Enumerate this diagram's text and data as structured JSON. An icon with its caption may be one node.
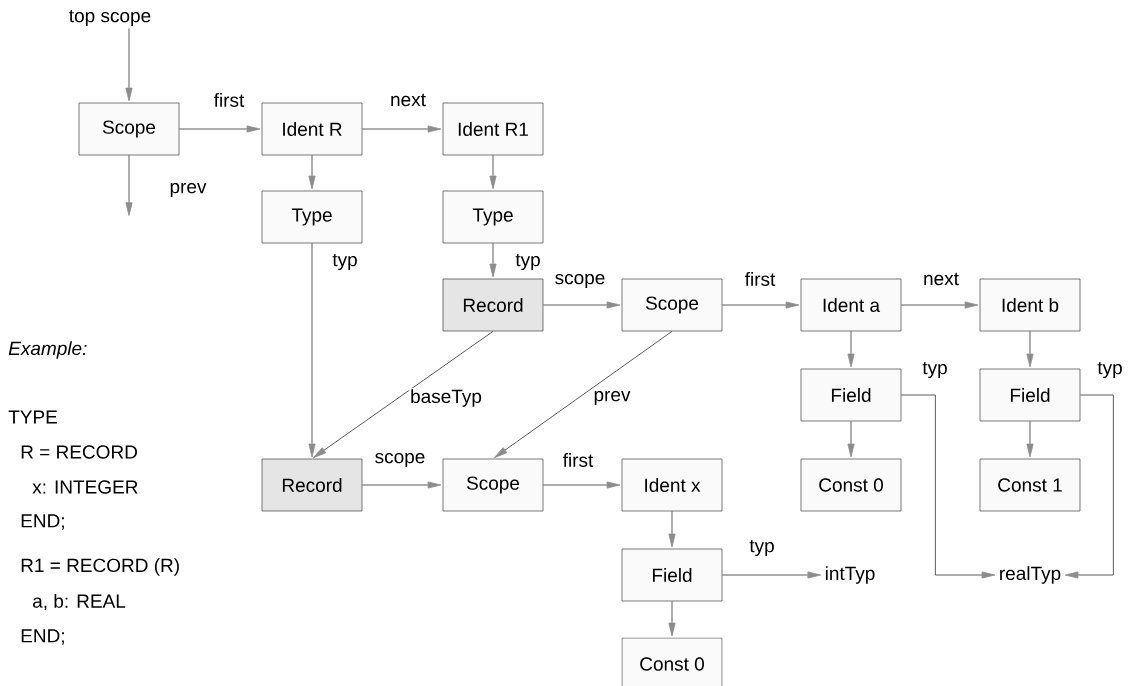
{
  "diagram": {
    "nodes": [
      {
        "text": [
          "top scope"
        ]
      },
      {
        "text": [
          "Scope"
        ]
      },
      {
        "text": [
          "Ident R"
        ]
      },
      {
        "text": [
          "Ident R1"
        ]
      },
      {
        "text": [
          "Type"
        ]
      },
      {
        "text": [
          "Type"
        ]
      },
      {
        "text": [
          "Record"
        ]
      },
      {
        "text": [
          "Scope"
        ]
      },
      {
        "text": [
          "Ident a"
        ]
      },
      {
        "text": [
          "Ident b"
        ]
      },
      {
        "text": [
          "Field"
        ]
      },
      {
        "text": [
          "Field"
        ]
      },
      {
        "text": [
          "Const 0"
        ]
      },
      {
        "text": [
          "Const 1"
        ]
      },
      {
        "text": [
          "Record"
        ]
      },
      {
        "text": [
          "Scope"
        ]
      },
      {
        "text": [
          "Ident x"
        ]
      },
      {
        "text": [
          "Field"
        ]
      },
      {
        "text": [
          "Const 0"
        ]
      },
      {
        "text": [
          "intTyp"
        ]
      },
      {
        "text": [
          "realTyp"
        ]
      }
    ],
    "edges": [
      {
        "from": 0,
        "to": 1,
        "arrow": "to"
      },
      {
        "from": 1,
        "to": null,
        "arrow": "to",
        "label": "prev"
      },
      {
        "from": 1,
        "to": 2,
        "arrow": "to",
        "label": "first"
      },
      {
        "from": 2,
        "to": 3,
        "arrow": "to",
        "label": "next"
      },
      {
        "from": 2,
        "to": 4,
        "arrow": "to"
      },
      {
        "from": 3,
        "to": 5,
        "arrow": "to"
      },
      {
        "from": 4,
        "to": 14,
        "arrow": "to",
        "label": "typ"
      },
      {
        "from": 5,
        "to": 6,
        "arrow": "to",
        "label": "typ"
      },
      {
        "from": 6,
        "to": 7,
        "arrow": "to",
        "label": "scope"
      },
      {
        "from": 7,
        "to": 8,
        "arrow": "to",
        "label": "first"
      },
      {
        "from": 8,
        "to": 9,
        "arrow": "to",
        "label": "next"
      },
      {
        "from": 8,
        "to": 10,
        "arrow": "to"
      },
      {
        "from": 9,
        "to": 11,
        "arrow": "to"
      },
      {
        "from": 10,
        "to": 12,
        "arrow": "to"
      },
      {
        "from": 11,
        "to": 13,
        "arrow": "to"
      },
      {
        "from": 6,
        "to": 14,
        "arrow": "to",
        "label": "baseTyp"
      },
      {
        "from": 7,
        "to": 15,
        "arrow": "to",
        "label": "prev"
      },
      {
        "from": 14,
        "to": 15,
        "arrow": "to",
        "label": "scope"
      },
      {
        "from": 15,
        "to": 16,
        "arrow": "to",
        "label": "first"
      },
      {
        "from": 16,
        "to": 17,
        "arrow": "to"
      },
      {
        "from": 17,
        "to": 18,
        "arrow": "to"
      },
      {
        "from": 17,
        "to": 19,
        "arrow": "to",
        "label": "typ"
      },
      {
        "from": 10,
        "to": 20,
        "arrow": "to",
        "label": "typ"
      },
      {
        "from": 11,
        "to": 20,
        "arrow": "to",
        "label": "typ"
      }
    ],
    "labels": [
      "Example:",
      "TYPE",
      "R = RECORD",
      "x: INTEGER",
      "END;",
      "R1 = RECORD (R)",
      "a, b: REAL",
      "END;"
    ]
  }
}
